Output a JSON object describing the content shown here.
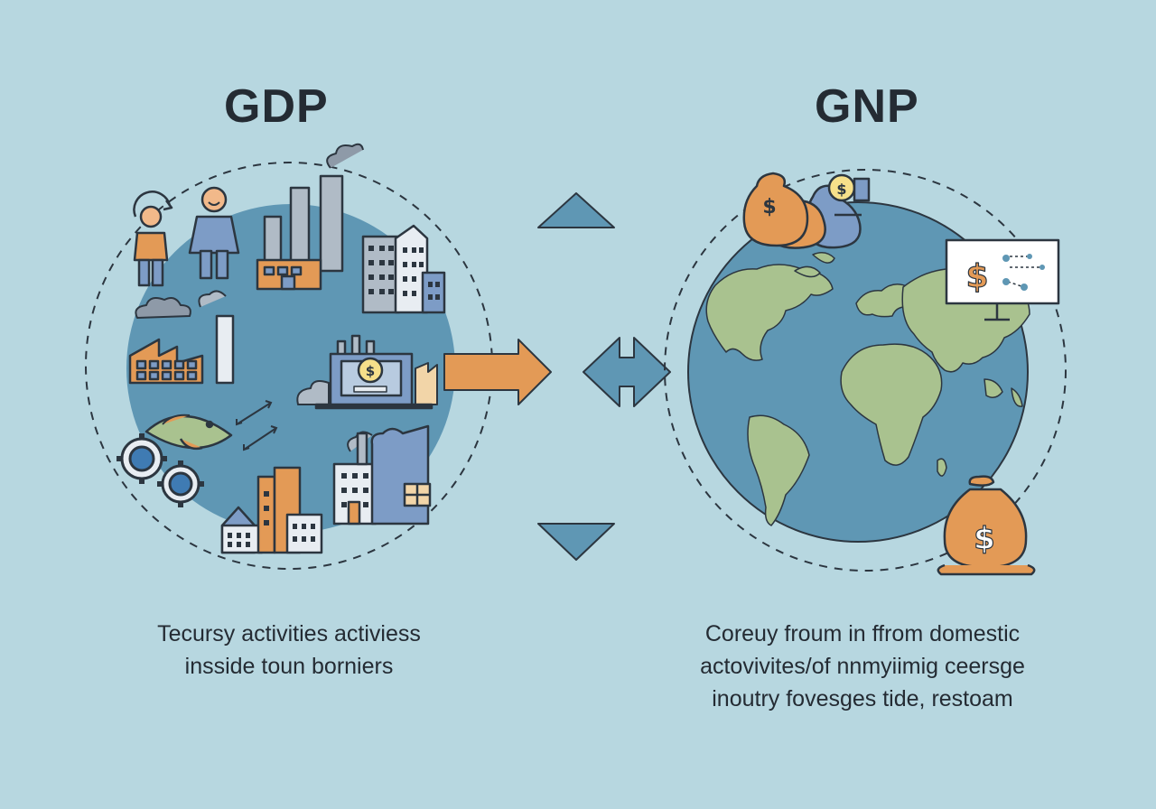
{
  "gdp": {
    "title": "GDP",
    "caption_lines": [
      "Tecursy activities activiess",
      "insside toun borniers"
    ],
    "currency_symbol": "$"
  },
  "gnp": {
    "title": "GNP",
    "caption_lines": [
      "Coreuy froum in ffrom domestic",
      "actovivites/of nnmyiimig ceersge",
      "inoutry fovesges tide, restoam"
    ],
    "currency_symbol": "$"
  },
  "colors": {
    "background": "#b7d7e0",
    "globe_blue": "#5f97b4",
    "land_green": "#a9c28f",
    "accent_orange": "#e39a56",
    "outline_dark": "#2c3640",
    "building_blue": "#7d9cc6"
  },
  "icons": [
    "people-icon",
    "factory-icon",
    "office-building-icon",
    "bank-icon",
    "fish-icon",
    "gear-icon",
    "money-bag-icon",
    "chart-board-icon",
    "world-map-icon",
    "arrow-right-icon",
    "bidirectional-arrow-icon",
    "triangle-up-icon",
    "triangle-down-icon"
  ]
}
